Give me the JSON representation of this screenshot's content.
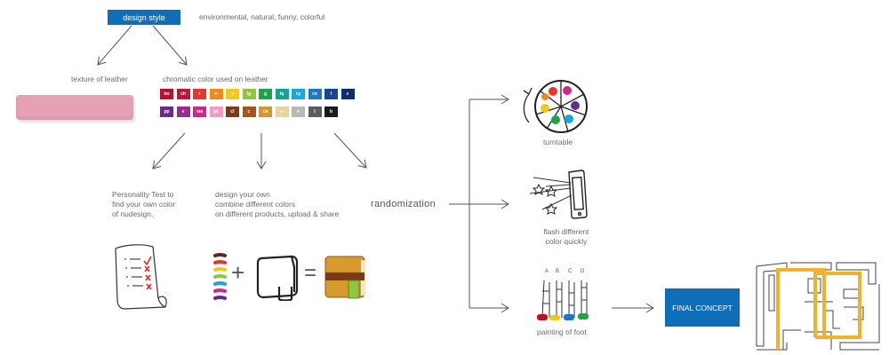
{
  "design_style": {
    "label": "design style",
    "description": "environmental, natural, funny, colorful"
  },
  "texture": {
    "label": "texture of leather"
  },
  "chromatic": {
    "label": "chromatic color used on leather",
    "row1": [
      {
        "code": "bo",
        "color": "#b8102a"
      },
      {
        "code": "ch",
        "color": "#c4123a"
      },
      {
        "code": "r",
        "color": "#e6362e"
      },
      {
        "code": "o",
        "color": "#f08a1c"
      },
      {
        "code": "y",
        "color": "#f2c81c"
      },
      {
        "code": "lg",
        "color": "#8fc63e"
      },
      {
        "code": "g",
        "color": "#1fa348"
      },
      {
        "code": "tq",
        "color": "#12a394"
      },
      {
        "code": "cy",
        "color": "#1aa6d8"
      },
      {
        "code": "co",
        "color": "#1a79c2"
      },
      {
        "code": "l",
        "color": "#13479a"
      },
      {
        "code": "z",
        "color": "#0e2e6e"
      }
    ],
    "row2": [
      {
        "code": "pp",
        "color": "#6a2a8a"
      },
      {
        "code": "v",
        "color": "#9b2a8e"
      },
      {
        "code": "ma",
        "color": "#d6248a"
      },
      {
        "code": "pk",
        "color": "#f39ac0"
      },
      {
        "code": "cl",
        "color": "#7a3b1a"
      },
      {
        "code": "c",
        "color": "#a8541c"
      },
      {
        "code": "ca",
        "color": "#d8952c"
      },
      {
        "code": "s",
        "color": "#ead2a0"
      },
      {
        "code": "e",
        "color": "#b8b8b8"
      },
      {
        "code": "t",
        "color": "#5c5c5c"
      },
      {
        "code": "b",
        "color": "#1a1a1a"
      }
    ]
  },
  "personality": {
    "line1": "Personality Test to",
    "line2": "find your own color",
    "line3": "of nudesign."
  },
  "design_own": {
    "line1": "design your own",
    "line2": "combine different colors",
    "line3": "on different products, upload & share"
  },
  "randomization": {
    "label": "randomization"
  },
  "turntable": {
    "label": "turntable"
  },
  "flash": {
    "line1": "flash different",
    "line2": "color quickly"
  },
  "painting": {
    "label": "painting of foot",
    "letters": [
      "A",
      "B",
      "C",
      "D"
    ]
  },
  "final_concept": {
    "label": "FINAL CONCEPT"
  },
  "equation": {
    "plus": "+",
    "equals": "="
  },
  "colors": {
    "accent": "#0e6eb8",
    "leather_pink": "#e7a1b4",
    "logo_yellow": "#f2b12a"
  }
}
